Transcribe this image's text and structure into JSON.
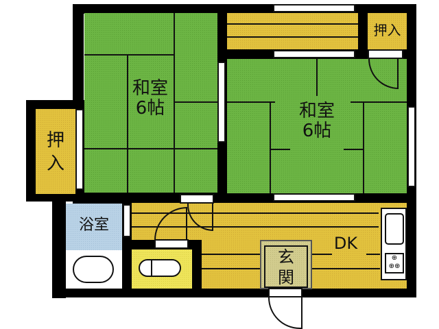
{
  "floor_plan": {
    "rooms": {
      "washitsu_left": {
        "name": "和室",
        "size": "6帖"
      },
      "washitsu_right": {
        "name": "和室",
        "size": "6帖"
      },
      "oshiire_left": {
        "name_line1": "押",
        "name_line2": "入"
      },
      "oshiire_top_right": {
        "name": "押入"
      },
      "bath": {
        "name": "浴室"
      },
      "dk": {
        "name": "DK"
      },
      "genkan": {
        "name_line1": "玄",
        "name_line2": "関"
      }
    },
    "colors": {
      "tatami": "#6cb544",
      "wood_floor": "#e2c23e",
      "toilet_floor": "#eee45a",
      "bath_floor": "#b9d2e6",
      "genkan_floor": "#d2cc8e",
      "wall": "#000000"
    }
  }
}
